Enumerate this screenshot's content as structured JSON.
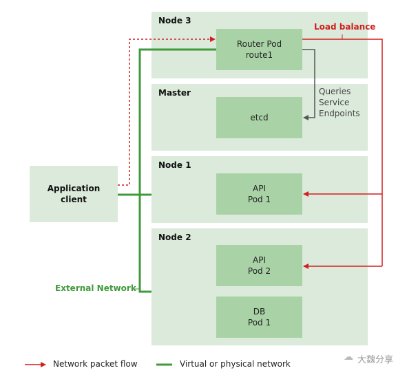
{
  "nodes": [
    {
      "title": "Node 3",
      "pods": [
        {
          "line1": "Router Pod",
          "line2": "route1"
        }
      ]
    },
    {
      "title": "Master",
      "pods": [
        {
          "line1": "etcd",
          "line2": ""
        }
      ]
    },
    {
      "title": "Node 1",
      "pods": [
        {
          "line1": "API",
          "line2": "Pod 1"
        }
      ]
    },
    {
      "title": "Node 2",
      "pods": [
        {
          "line1": "API",
          "line2": "Pod 2"
        },
        {
          "line1": "DB",
          "line2": "Pod 1"
        }
      ]
    }
  ],
  "client": {
    "line1": "Application",
    "line2": "client"
  },
  "annotations": {
    "load_balance": "Load balance",
    "queries": [
      "Queries",
      "Service",
      "Endpoints"
    ],
    "external_network": "External Network"
  },
  "legend": {
    "packet_flow": "Network packet flow",
    "network": "Virtual or physical network"
  },
  "watermark": "大魏分享",
  "colors": {
    "node_bg": "#dbeadb",
    "pod_bg": "#a9d3a6",
    "red": "#d11f1f",
    "green": "#3f9a3a",
    "gray": "#555555"
  }
}
